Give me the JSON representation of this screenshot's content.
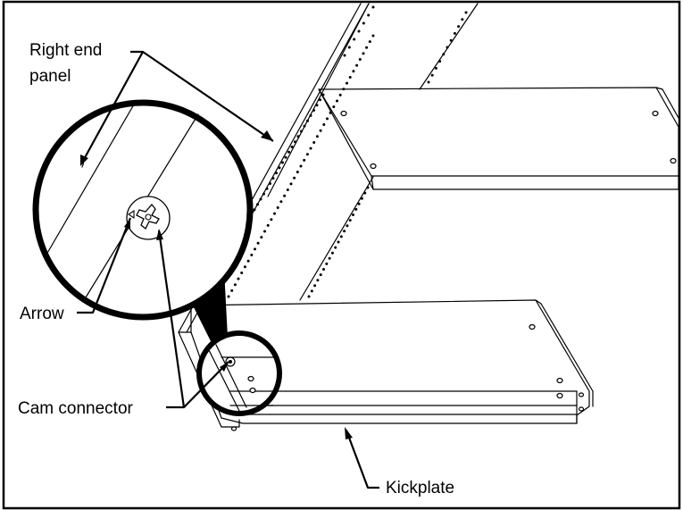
{
  "labels": {
    "right_end_panel_line1": "Right end",
    "right_end_panel_line2": "panel",
    "arrow": "Arrow",
    "cam_connector": "Cam connector",
    "kickplate": "Kickplate"
  },
  "colors": {
    "line": "#000000",
    "background": "#ffffff"
  }
}
